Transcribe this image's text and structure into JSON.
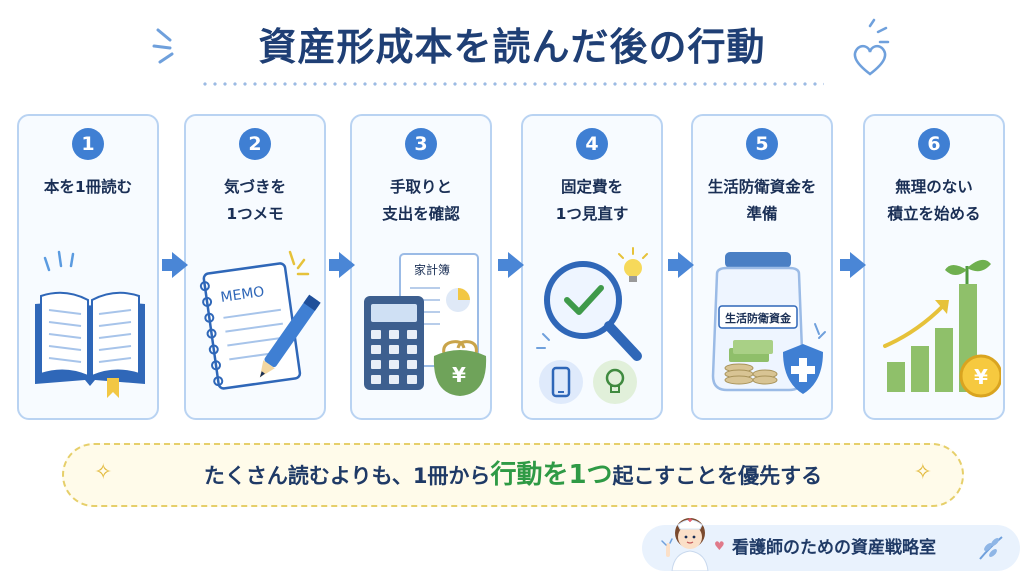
{
  "title": "資産形成本を読んだ後の行動",
  "steps": [
    {
      "number": "1",
      "label": "本を1冊読む"
    },
    {
      "number": "2",
      "label": "気づきを\n1つメモ",
      "memo_text": "MEMO"
    },
    {
      "number": "3",
      "label": "手取りと\n支出を確認",
      "ledger_text": "家計簿",
      "yen": "¥"
    },
    {
      "number": "4",
      "label": "固定費を\n1つ見直す"
    },
    {
      "number": "5",
      "label": "生活防衛資金を\n準備",
      "jar_label": "生活防衛資金"
    },
    {
      "number": "6",
      "label": "無理のない\n積立を始める",
      "yen": "¥"
    }
  ],
  "tagline": {
    "before": "たくさん読むよりも、1冊から",
    "highlight": "行動を1つ",
    "after": "起こすことを優先する"
  },
  "brand": "看護師のための資産戦略室",
  "icons": [
    "book-icon",
    "memo-pen-icon",
    "calculator-icon",
    "ledger-icon",
    "wallet-icon",
    "magnifier-check-icon",
    "smartphone-icon",
    "lightbulb-icon",
    "savings-jar-icon",
    "shield-icon",
    "growth-chart-icon",
    "sprout-icon",
    "coin-icon",
    "heart-icon",
    "sparkle-icon",
    "nurse-avatar-icon",
    "leaf-icon"
  ],
  "colors": {
    "title": "#1f3f75",
    "accent_blue": "#3f7fd3",
    "highlight_green": "#2f9a45",
    "card_border": "#b9d3f2",
    "tagline_bg": "#fffbea",
    "tagline_border": "#e6cf6a"
  }
}
